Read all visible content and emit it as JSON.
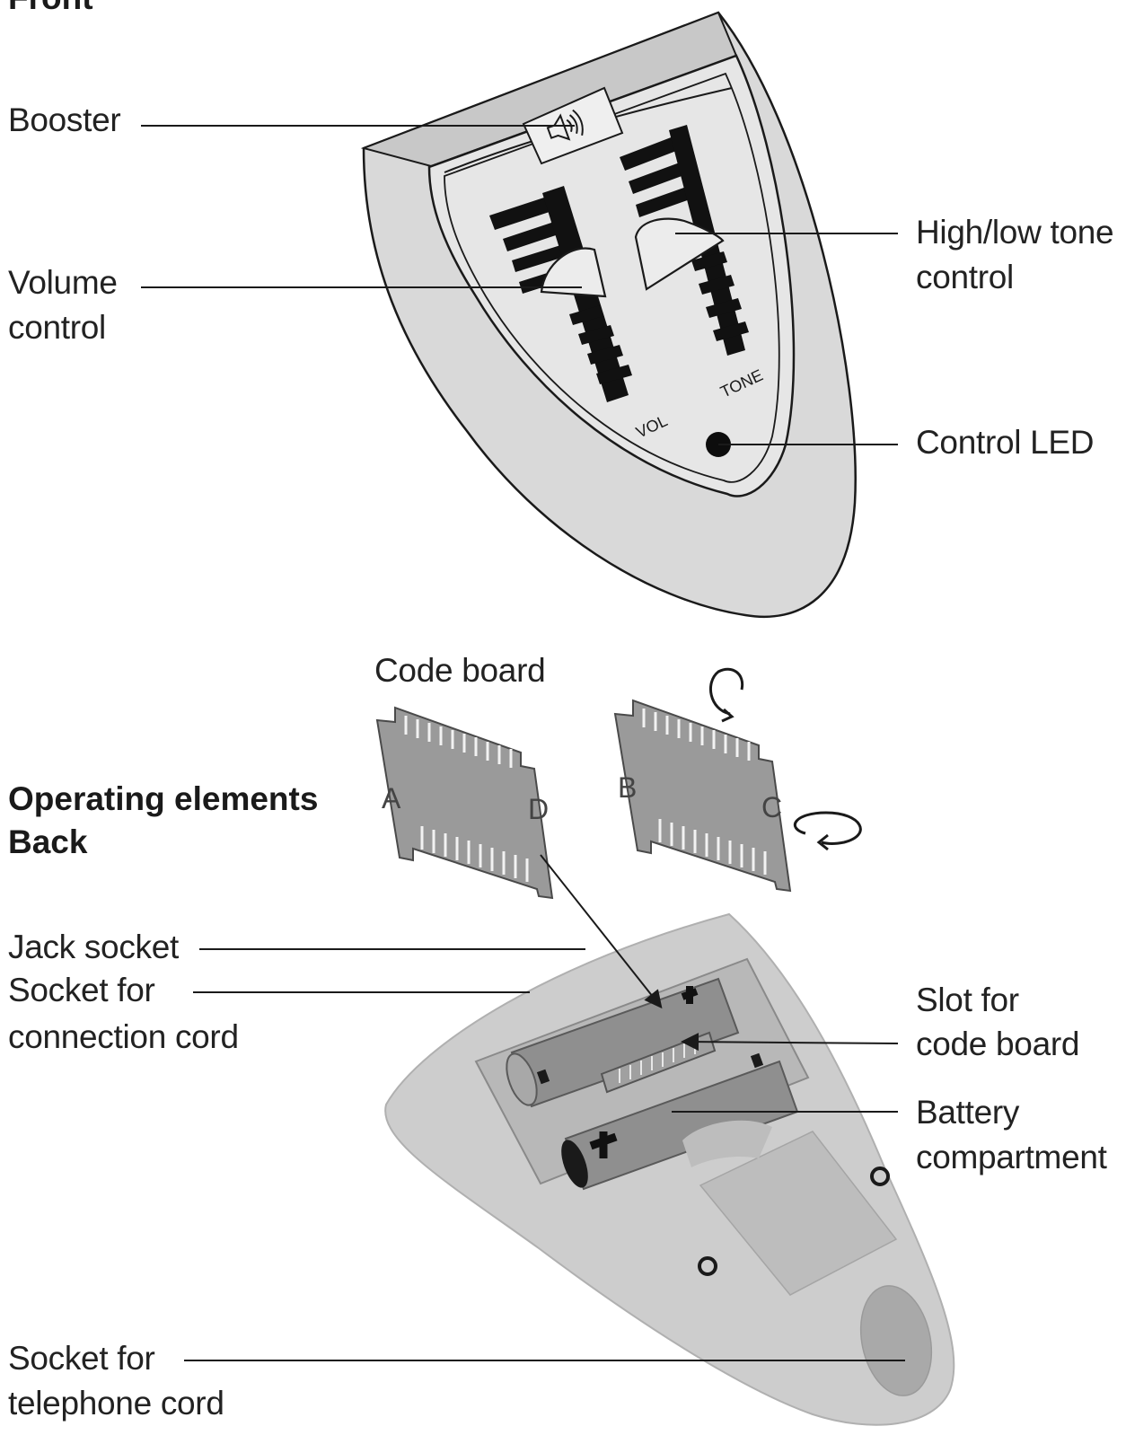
{
  "headings": {
    "front": "Front",
    "back_line1": "Operating elements",
    "back_line2": "Back"
  },
  "front_labels": {
    "booster": "Booster",
    "volume_line1": "Volume",
    "volume_line2": "control",
    "tone_line1": "High/low tone",
    "tone_line2": "control",
    "led": "Control LED"
  },
  "device_markings": {
    "vol": "VOL",
    "tone": "TONE"
  },
  "code_board": {
    "title": "Code board",
    "board1_left": "A",
    "board1_right": "D",
    "board2_left": "B",
    "board2_right": "C"
  },
  "back_labels": {
    "jack": "Jack socket",
    "connection_line1": "Socket for",
    "connection_line2": "connection cord",
    "slot_line1": "Slot for",
    "slot_line2": "code board",
    "battery_line1": "Battery",
    "battery_line2": "compartment",
    "phone_line1": "Socket for",
    "phone_line2": "telephone cord"
  },
  "colors": {
    "ink": "#1a1a1a",
    "device_shell": "#d9d9d9",
    "device_face": "#e6e6e6",
    "board": "#9a9a9a",
    "back_shell": "#cdcdcd",
    "battery": "#8f8f8f"
  },
  "icons": [
    "speaker-icon",
    "rotate-clockwise-icon",
    "rotate-counterclockwise-icon"
  ]
}
